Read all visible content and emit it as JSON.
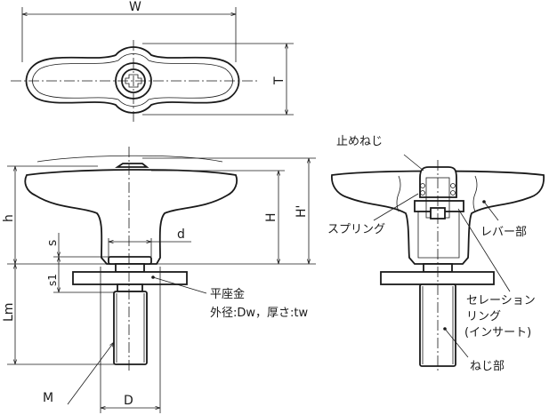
{
  "dimensions": {
    "W": "W",
    "T": "T",
    "h": "h",
    "H": "H",
    "H_prime": "H'",
    "s": "s",
    "s1": "s1",
    "d": "d",
    "Lm": "Lm",
    "M": "M",
    "D": "D"
  },
  "labels": {
    "washer": "平座金",
    "washer_spec": "外径:Dw，厚さ:tw",
    "set_screw": "止めねじ",
    "spring": "スプリング",
    "lever": "レバー部",
    "serration_line1": "セレーション",
    "serration_line2": "リング",
    "serration_line3": "(インサート)",
    "thread": "ねじ部"
  }
}
